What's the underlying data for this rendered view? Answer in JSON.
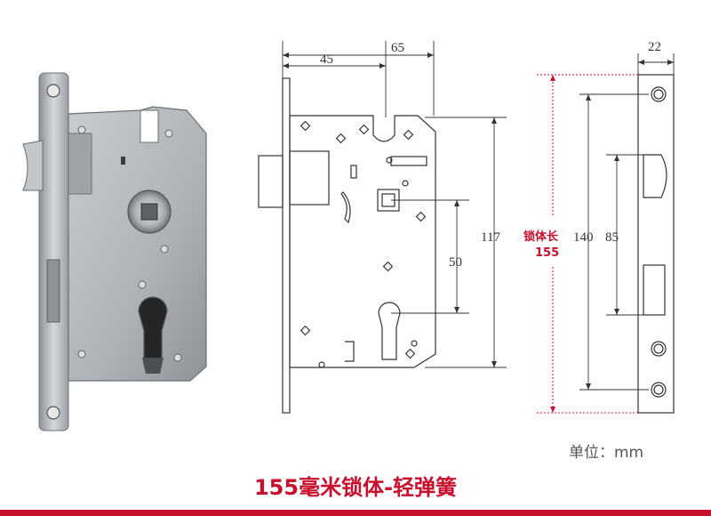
{
  "dimensions": {
    "handle_to_body": "45",
    "backset_total": "65",
    "faceplate_width": "22",
    "body_height": "117",
    "spindle_to_cylinder": "50",
    "faceplate_hole_pitch": "140",
    "strike_spacing": "85",
    "body_length_label": "锁体长",
    "body_length_value": "155"
  },
  "unit_label": "单位：mm",
  "caption": "155毫米锁体-轻弹簧",
  "colors": {
    "accent": "#c8102e",
    "line": "#333333",
    "metal": "#b8bcc0"
  }
}
